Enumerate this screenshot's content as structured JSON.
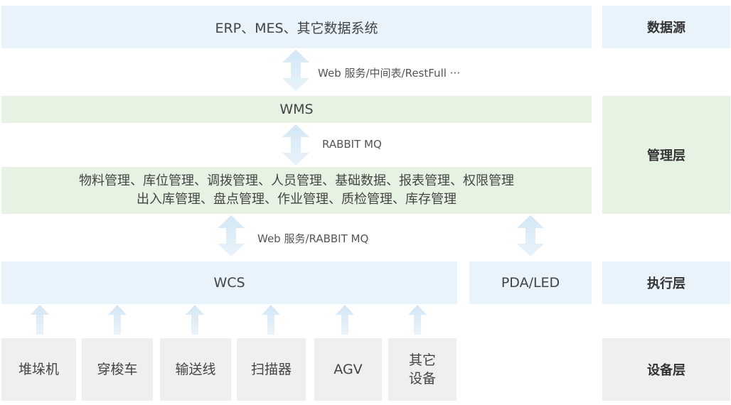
{
  "top": {
    "erp_label": "ERP、MES、其它数据系统",
    "conn1_label": "Web 服务/中间表/RestFull ···"
  },
  "management": {
    "wms_label": "WMS",
    "conn2_label": "RABBIT MQ",
    "modules_line1": "物料管理、库位管理、调拨管理、人员管理、基础数据、报表管理、权限管理",
    "modules_line2": "出入库管理、盘点管理、作业管理、质检管理、库存管理",
    "conn3_label": "Web 服务/RABBIT MQ"
  },
  "execution": {
    "wcs_label": "WCS",
    "pda_label": "PDA/LED"
  },
  "devices": [
    {
      "label": "堆垛机"
    },
    {
      "label": "穿梭车"
    },
    {
      "label": "输送线"
    },
    {
      "label": "扫描器"
    },
    {
      "label": "AGV"
    },
    {
      "label": "其它\n设备"
    }
  ],
  "layers": {
    "data_source": "数据源",
    "management": "管理层",
    "execution": "执行层",
    "device": "设备层"
  },
  "colors": {
    "blue_box": "#e8f3fb",
    "green_box": "#e6f3e3",
    "gray_box": "#efefef",
    "arrow": "#d6e8f6"
  }
}
